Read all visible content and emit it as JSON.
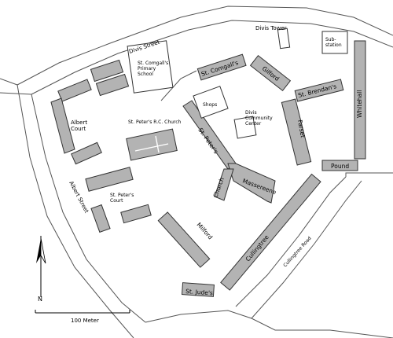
{
  "map": {
    "streets": {
      "divis_street": "Divis Street",
      "albert_street": "Albert Street",
      "cullingtree_road": "Cullingtree Road"
    },
    "places": {
      "divis_tower": "Divis Tower",
      "substation": "Sub-\nstation",
      "st_comgalls_school": "St. Comgall's\nPrimary\nSchool",
      "albert_court": "Albert\nCourt",
      "st_peters_church": "St. Peter's R.C. Church",
      "shops": "Shops",
      "divis_community_center": "Divis\nCommunity\nCenter",
      "st_peters_court": "St. Peter's\nCourt"
    },
    "buildings": {
      "st_comgalls": "St. Comgall's",
      "gilford": "Gilford",
      "st_brendans": "St. Brendan's",
      "whitehall": "Whitehall",
      "farset": "Farset",
      "pound": "Pound",
      "st_peters": "St. Peter's",
      "church": "Church",
      "massereene": "Massereene",
      "cullingtree": "Cullingtree",
      "milford": "Milford",
      "st_judes": "St. Jude's"
    },
    "scale_label": "100 Meter",
    "north_label": "N",
    "colors": {
      "building_fill": "#b3b3b3",
      "outline": "#333333",
      "street": "#555555"
    }
  }
}
